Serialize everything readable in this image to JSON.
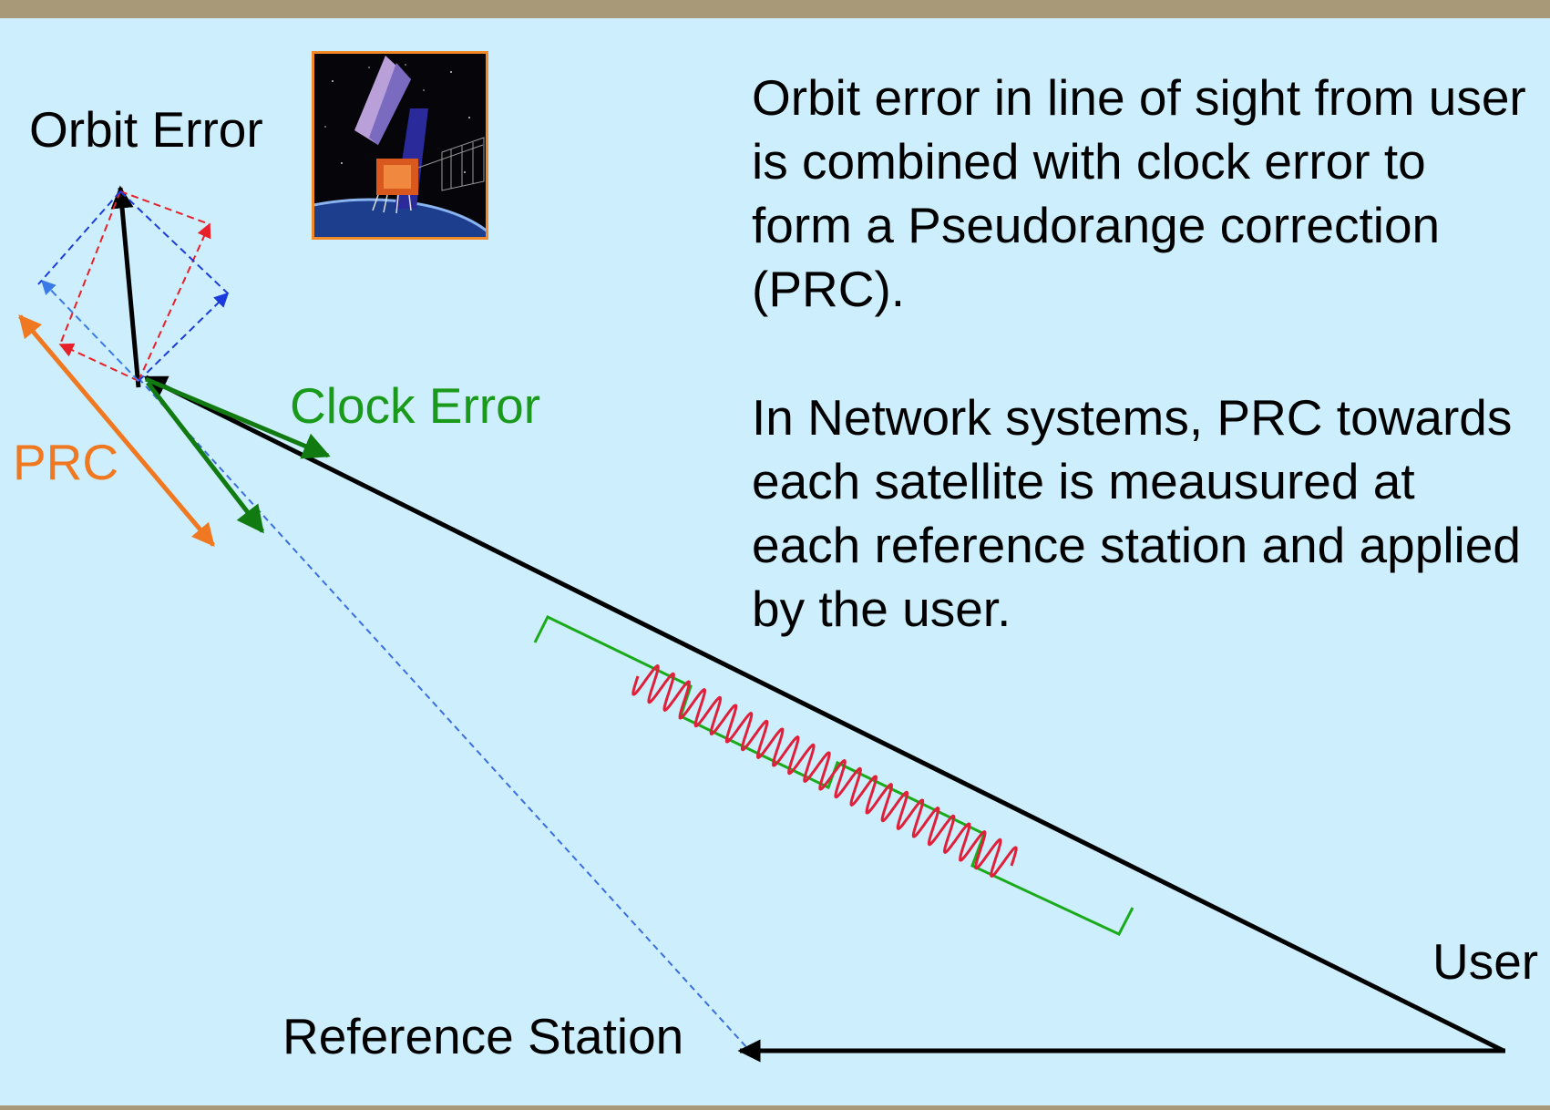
{
  "labels": {
    "orbit_error": "Orbit Error",
    "clock_error": "Clock Error",
    "prc": "PRC",
    "user": "User",
    "reference_station": "Reference Station"
  },
  "description": {
    "paragraph_1": "Orbit error in line of sight from user is combined with clock error to form a Pseudorange correction (PRC).",
    "paragraph_2": "In Network systems, PRC towards each satellite is meausured at each reference station and applied by the user."
  },
  "colors": {
    "background": "#cdeefc",
    "frame": "#a89a78",
    "clock_error": "#1a9a1a",
    "prc": "#f07820",
    "orbit_dashed_red": "#e8202a",
    "orbit_dashed_blue": "#1a3adc",
    "signal_wave": "#e0203a",
    "signal_bracket": "#1aaa1a"
  },
  "icons": {
    "satellite": "satellite-image"
  }
}
